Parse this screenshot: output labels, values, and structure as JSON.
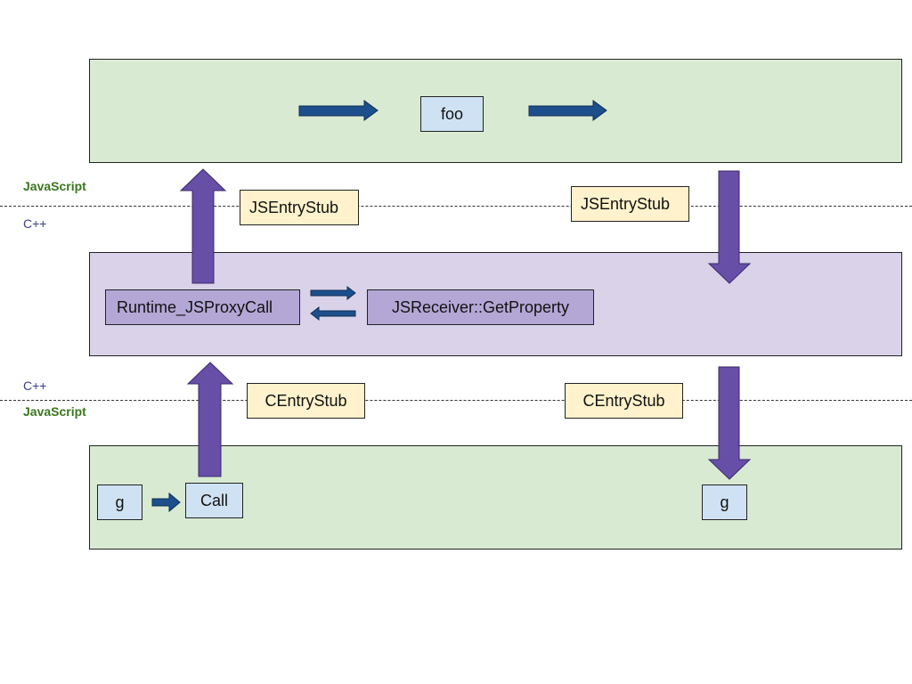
{
  "labels": {
    "js_top": "JavaScript",
    "cpp_top": "C++",
    "cpp_bottom": "C++",
    "js_bottom": "JavaScript"
  },
  "nodes": {
    "foo": "foo",
    "js_entry_stub_left": "JSEntryStub",
    "js_entry_stub_right": "JSEntryStub",
    "runtime_jsproxycall": "Runtime_JSProxyCall",
    "jsreceiver_getproperty": "JSReceiver::GetProperty",
    "c_entry_stub_left": "CEntryStub",
    "c_entry_stub_right": "CEntryStub",
    "g_left": "g",
    "call": "Call",
    "g_right": "g"
  },
  "colors": {
    "js_lane": "#d9ead3",
    "cpp_lane": "#d9d2e9",
    "node_blue": "#cfe2f3",
    "node_violet": "#b4a7d6",
    "stub": "#fff2cc",
    "flow_arrow": "#1c4f8c",
    "transition_arrow": "#674ea7",
    "js_label": "#38761d",
    "cpp_label": "#3c3c8a"
  }
}
